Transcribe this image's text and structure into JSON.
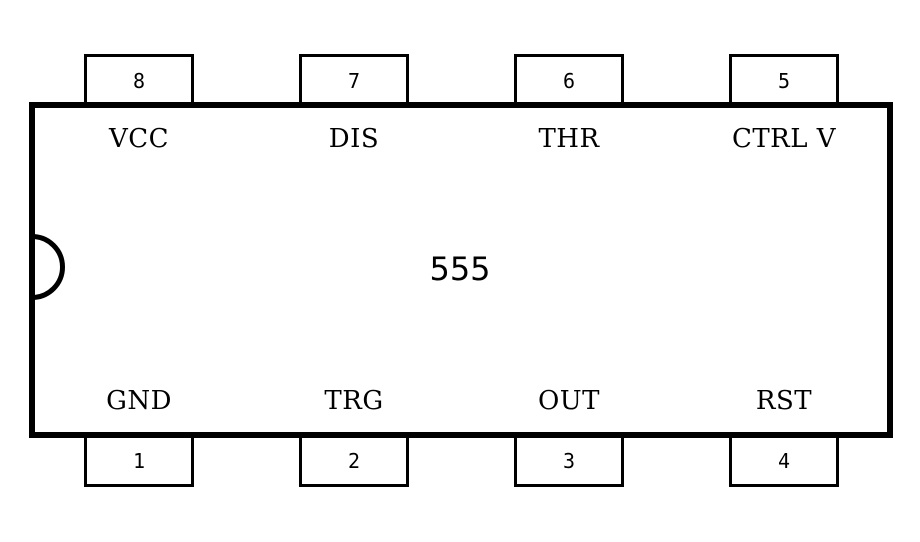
{
  "chip": {
    "name": "555",
    "pins": [
      {
        "number": "1",
        "label": "GND"
      },
      {
        "number": "2",
        "label": "TRG"
      },
      {
        "number": "3",
        "label": "OUT"
      },
      {
        "number": "4",
        "label": "RST"
      },
      {
        "number": "5",
        "label": "CTRL V"
      },
      {
        "number": "6",
        "label": "THR"
      },
      {
        "number": "7",
        "label": "DIS"
      },
      {
        "number": "8",
        "label": "VCC"
      }
    ]
  }
}
